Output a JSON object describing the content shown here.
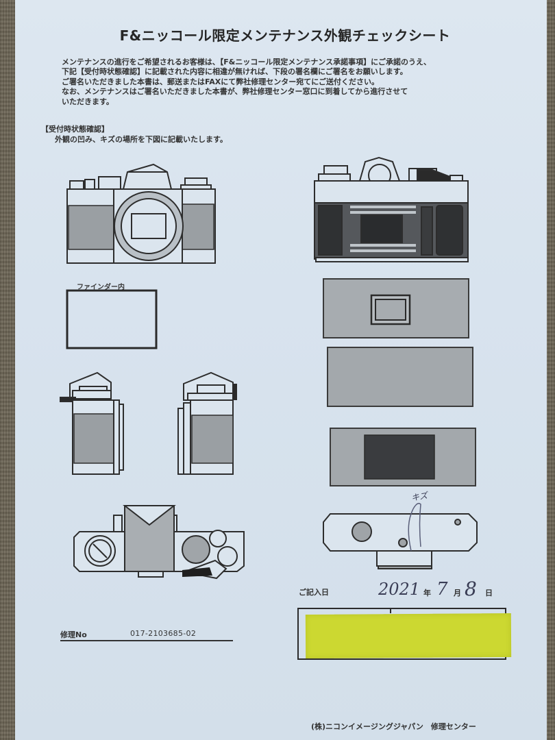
{
  "document": {
    "title": "F&ニッコール限定メンテナンス外観チェックシート",
    "intro_lines": [
      "メンテナンスの進行をご希望されるお客様は、【F&ニッコール限定メンテナンス承諾事項】にご承諾のうえ、",
      "下記【受付時状態確認】に記載された内容に相違が無ければ、下段の署名欄にご署名をお願いします。",
      "ご署名いただきました本書は、郵送またはFAXにて弊社修理センター宛てにご送付ください。",
      "なお、メンテナンスはご署名いただきました本書が、弊社修理センター窓口に到着してから進行させて",
      "いただきます。"
    ],
    "section": {
      "heading": "【受付時状態確認】",
      "description": "外観の凹み、キズの場所を下図に記載いたします。"
    },
    "diagrams": {
      "front_view": "camera-front-diagram",
      "back_view": "camera-back-diagram",
      "finder_label": "ファインダー内",
      "left_side": "camera-left-side-diagram",
      "right_side": "camera-right-side-diagram",
      "top_view": "camera-top-diagram",
      "back_panels": [
        "back-panel-finder",
        "back-panel-plain",
        "back-panel-window"
      ],
      "bottom_view": "camera-bottom-diagram",
      "handwritten_note": "キズ"
    },
    "date": {
      "label": "ご記入日",
      "year": "2021",
      "year_unit": "年",
      "month": "7",
      "month_unit": "月",
      "day": "8",
      "day_unit": "日"
    },
    "signature": {
      "sticker_color": "#ccd831"
    },
    "repair": {
      "label": "修理No",
      "value": "017-2103685-02"
    },
    "footer": "(株)ニコンイメージングジャパン　修理センター"
  }
}
